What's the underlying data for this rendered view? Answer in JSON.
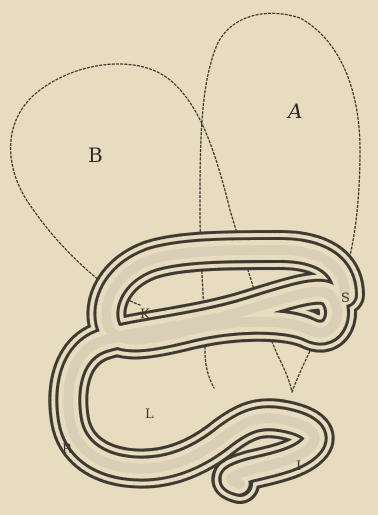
{
  "figure": {
    "background_color": "#e8dcc0",
    "ink_color": "#3a342a",
    "region_labels": [
      "A",
      "B"
    ],
    "tube_labels": [
      "S",
      "L",
      "R",
      "I",
      "K"
    ]
  }
}
